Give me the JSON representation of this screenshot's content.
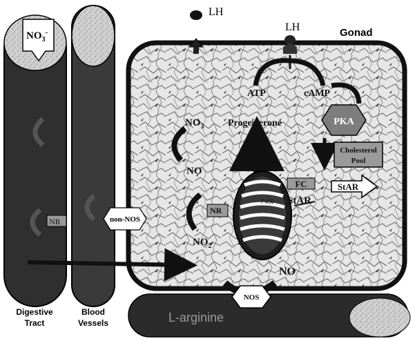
{
  "top": {
    "lh_free": "LH",
    "lh_receptor": "LH",
    "gonad": "Gonad"
  },
  "vessels": {
    "nitrate": "NO",
    "nitrate_sub": "3",
    "nitrate_sup": "-",
    "nr_left": "NR",
    "non_nos": "non-NOS",
    "digestive_tract": [
      "Digestive",
      "Tract"
    ],
    "blood_vessels": [
      "Blood",
      "Vessels"
    ]
  },
  "cell": {
    "atp": "ATP",
    "camp": "cAMP",
    "pka": "PKA",
    "progesterone": "Progesterone",
    "no3_base": "NO",
    "no3_sub": "3",
    "no2_label": "NO",
    "no2_sub": "2",
    "nr_inner": "NR",
    "p450": "P450",
    "no_label": "NO",
    "cholesterol_pool": [
      "Cholesterol",
      "Pool"
    ],
    "fc": "FC",
    "star_mito": "StAR",
    "star_arrow": "StAR",
    "no_bottom": "NO",
    "nos": "NOS",
    "laminin": "L-arginine"
  },
  "colors": {
    "dark": "#2a2a2a",
    "mid": "#4a4a4a",
    "light_oval": "#d9d9d9",
    "white": "#ffffff"
  }
}
